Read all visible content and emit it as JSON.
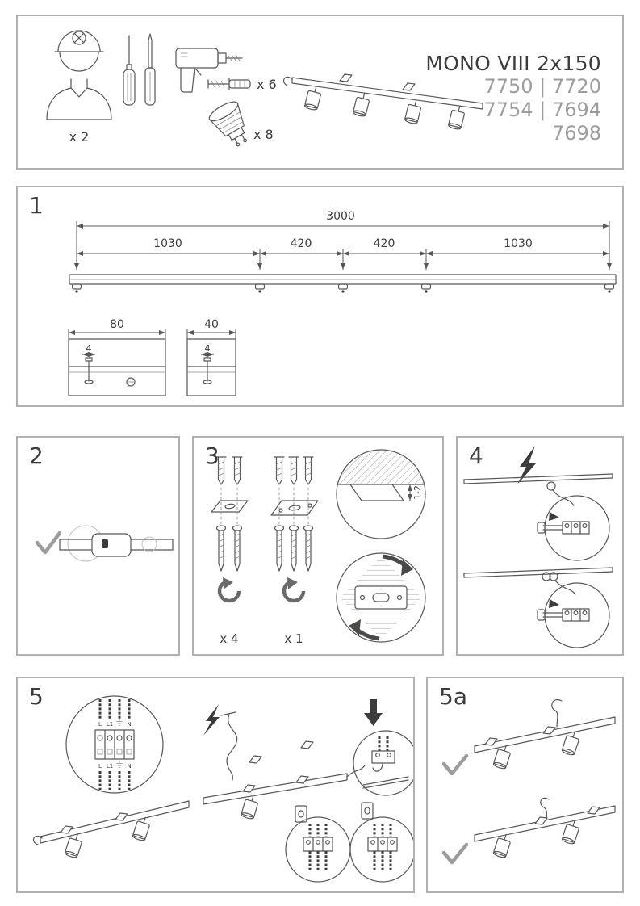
{
  "colors": {
    "panel_border": "#b1b1b0",
    "ink": "#3c3c3b",
    "muted": "#9d9d9c",
    "line": "#575756"
  },
  "header": {
    "title": "MONO VIII 2x150",
    "models": [
      "7750 | 7720",
      "7754 | 7694",
      "7698"
    ],
    "installer_qty": "x 2",
    "wall_plug_qty": "x 6",
    "bulb_qty": "x 8"
  },
  "step1": {
    "number": "1",
    "total_length": "3000",
    "segments": [
      "1030",
      "420",
      "420",
      "1030"
    ],
    "detail_left_width": "80",
    "detail_left_offset": "4",
    "detail_right_width": "40",
    "detail_right_offset": "4"
  },
  "step2": {
    "number": "2"
  },
  "step3": {
    "number": "3",
    "wall_plug_qty": "x 4",
    "bracket_qty": "x 1",
    "ceiling_gap": "1-2"
  },
  "step4": {
    "number": "4"
  },
  "step5": {
    "number": "5",
    "terminal_labels": [
      "L",
      "L1",
      "⏚",
      "N"
    ]
  },
  "step5a": {
    "number": "5a"
  }
}
